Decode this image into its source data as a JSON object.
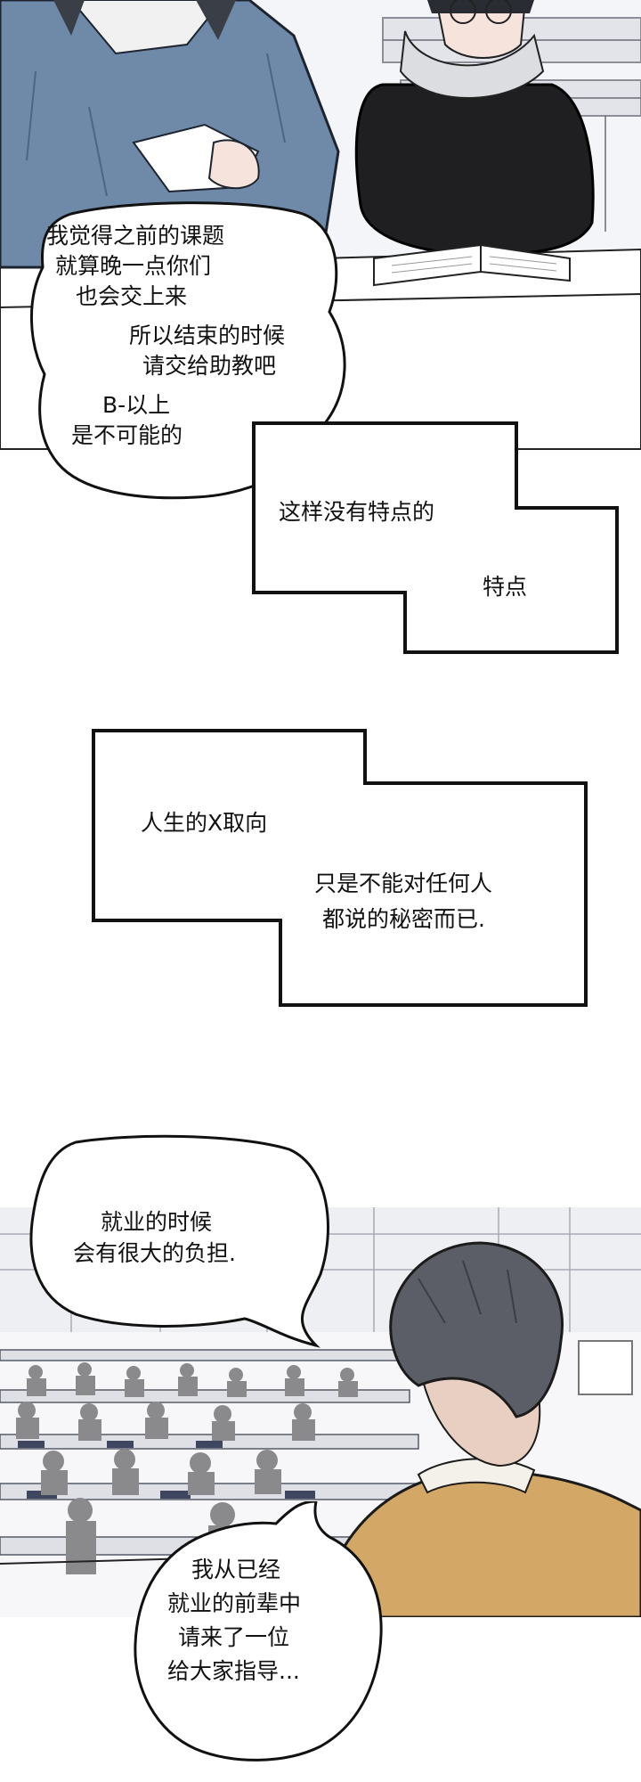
{
  "bubble_top": {
    "lines": [
      "我觉得之前的课题",
      "就算晚一点你们",
      "也会交上来",
      "所以结束的时候",
      "请交给助教吧",
      "B-以上",
      "是不可能的"
    ]
  },
  "box_one": {
    "line1": "这样没有特点的",
    "line2": "特点"
  },
  "box_two": {
    "line1": "人生的X取向",
    "line2": "只是不能对任何人",
    "line3": "都说的秘密而已."
  },
  "bubble_mid": {
    "line1": "就业的时候",
    "line2": "会有很大的负担."
  },
  "bubble_bottom": {
    "line1": "我从已经",
    "line2": "就业的前辈中",
    "line3": "请来了一位",
    "line4": "给大家指导..."
  }
}
